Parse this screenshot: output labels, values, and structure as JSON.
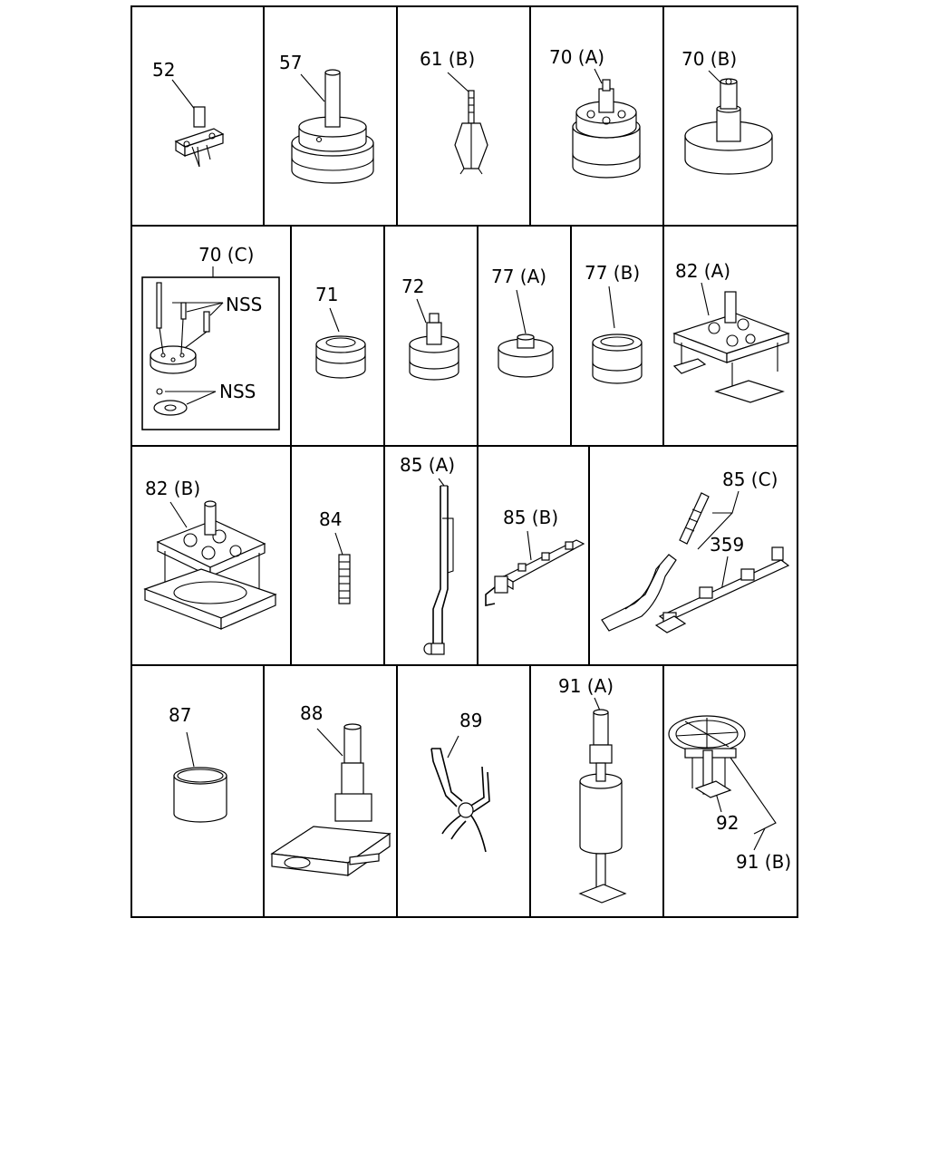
{
  "callouts": {
    "c52": "52",
    "c57": "57",
    "c61b": "61 (B)",
    "c70a": "70 (A)",
    "c70b": "70 (B)",
    "c70c": "70 (C)",
    "nss1": "NSS",
    "nss2": "NSS",
    "c71": "71",
    "c72": "72",
    "c77a": "77 (A)",
    "c77b": "77 (B)",
    "c82a": "82 (A)",
    "c82b": "82 (B)",
    "c84": "84",
    "c85a": "85 (A)",
    "c85b": "85 (B)",
    "c85c": "85 (C)",
    "c359": "359",
    "c87": "87",
    "c88": "88",
    "c89": "89",
    "c91a": "91 (A)",
    "c92": "92",
    "c91b": "91 (B)"
  }
}
